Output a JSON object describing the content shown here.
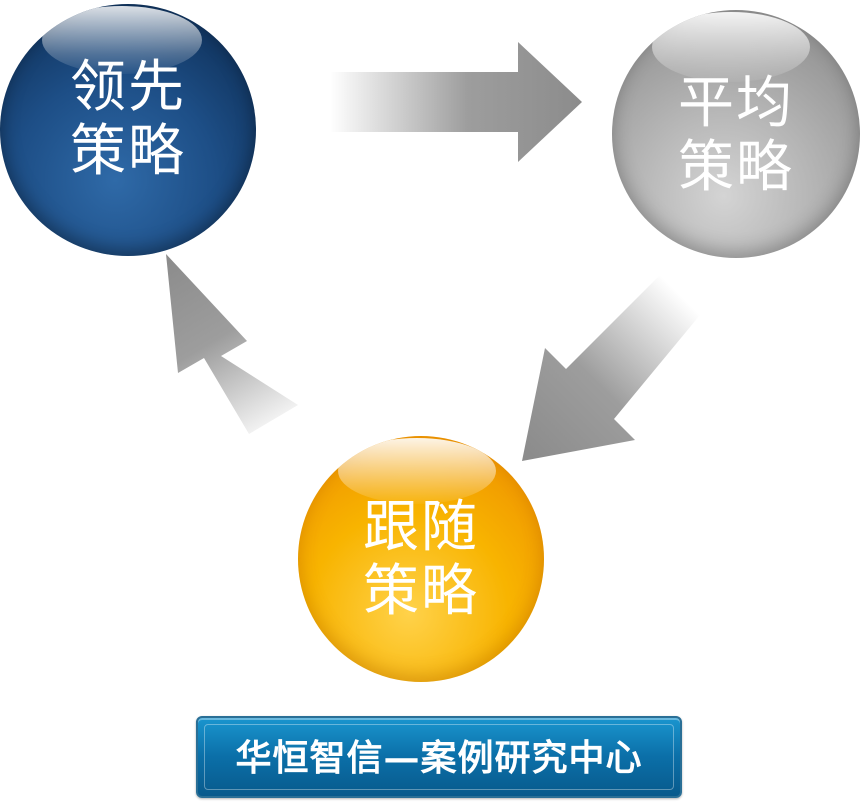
{
  "nodes": {
    "lead": {
      "line1": "领先",
      "line2": "策略",
      "color": "#1d4e86"
    },
    "average": {
      "line1": "平均",
      "line2": "策略",
      "color": "#a6a6a6"
    },
    "follow": {
      "line1": "跟随",
      "line2": "策略",
      "color": "#f8b400"
    }
  },
  "arrows": {
    "color": "#8c8c8c",
    "sequence": [
      "lead",
      "average",
      "follow",
      "lead"
    ]
  },
  "banner": {
    "text": "华恒智信—案例研究中心",
    "color": "#0b6fa8"
  }
}
